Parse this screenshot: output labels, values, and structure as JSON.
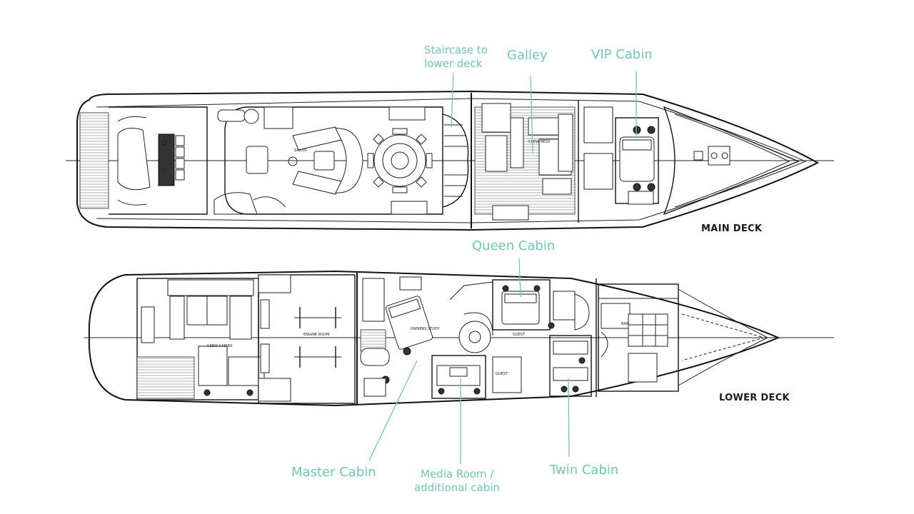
{
  "decks": {
    "main": {
      "label": "MAIN DECK"
    },
    "lower": {
      "label": "LOWER DECK"
    }
  },
  "callouts": {
    "staircase": {
      "line1": "Staircase to",
      "line2": "lower deck"
    },
    "galley": {
      "label": "Galley"
    },
    "vip": {
      "label": "VIP Cabin"
    },
    "queen": {
      "label": "Queen Cabin"
    },
    "master": {
      "label": "Master Cabin"
    },
    "media": {
      "line1": "Media Room /",
      "line2": "additional cabin"
    },
    "twin": {
      "label": "Twin Cabin"
    }
  },
  "room_labels": {
    "salon": "SALON",
    "engine_room": "ENGINE ROOM",
    "crew_cabins": "CREW CABINS",
    "owners_study": "OWNERS STUDY",
    "guest_1": "GUEST",
    "guest_2": "GUEST",
    "crew_mess": "CREW MESS",
    "bar": "BAR"
  },
  "colors": {
    "callout": "#6fc7b4",
    "lines": "#111111",
    "background": "#ffffff"
  }
}
